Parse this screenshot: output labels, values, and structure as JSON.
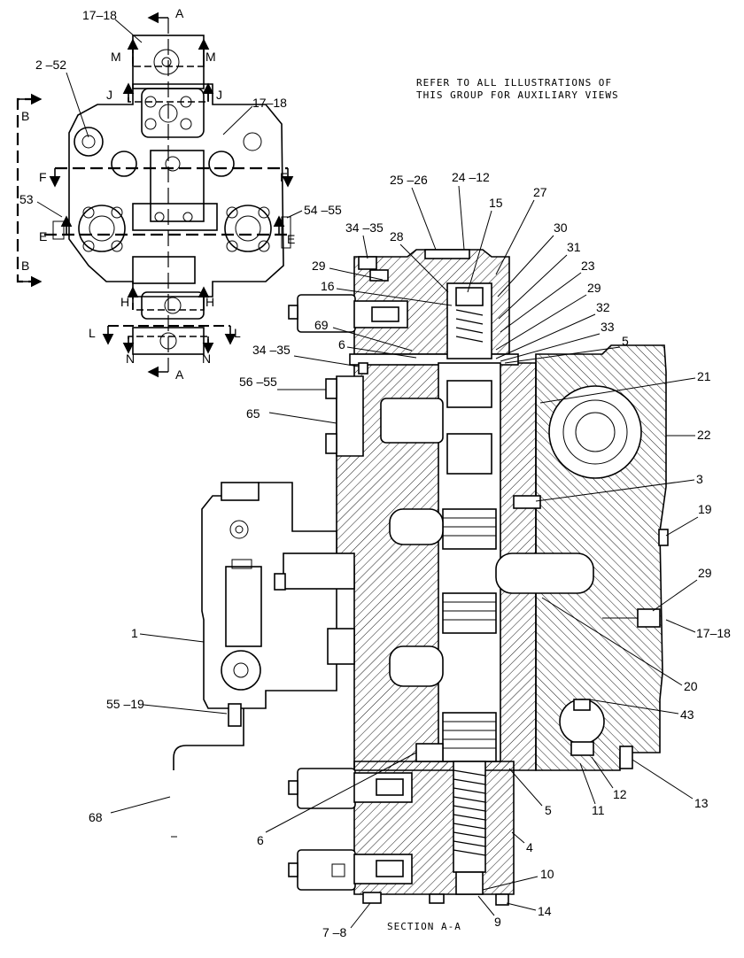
{
  "note": {
    "line1": "REFER TO ALL ILLUSTRATIONS OF",
    "line2": "THIS GROUP FOR AUXILIARY VIEWS"
  },
  "caption": "SECTION A-A",
  "inset": {
    "section_letters": {
      "a_top": "A",
      "a_bottom": "A",
      "b_top": "B",
      "b_bottom": "B",
      "e_left": "E",
      "e_right": "E",
      "f_left": "F",
      "f_right": "F",
      "h_left": "H",
      "h_right": "H",
      "j_left": "J",
      "j_right": "J",
      "l_left": "L",
      "l_right": "L",
      "m_left": "M",
      "m_right": "M",
      "n_left": "N",
      "n_right": "N"
    },
    "callouts": {
      "c1718_top": "17–18",
      "c252": "2 –52",
      "c1718_mid": "17–18",
      "c53": "53",
      "c5455": "54 –55"
    }
  },
  "callouts": {
    "c2526": "25 –26",
    "c2412": "24 –12",
    "c15": "15",
    "c27": "27",
    "c3435_top": "34 –35",
    "c28": "28",
    "c30": "30",
    "c31": "31",
    "c29_a": "29",
    "c23": "23",
    "c16": "16",
    "c29_b": "29",
    "c32": "32",
    "c69": "69",
    "c33": "33",
    "c6_top": "6",
    "c5_top": "5",
    "c3435_mid": "34 –35",
    "c21": "21",
    "c5655": "56 –55",
    "c65": "65",
    "c22": "22",
    "c3": "3",
    "c19": "19",
    "c29_c": "29",
    "c1": "1",
    "c1718": "17–18",
    "c20": "20",
    "c43": "43",
    "c5519": "55 –19",
    "c12": "12",
    "c11": "11",
    "c13": "13",
    "c5_low": "5",
    "c68": "68",
    "c6_low": "6",
    "c4": "4",
    "c10": "10",
    "c14": "14",
    "c78": "7 –8",
    "c9": "9"
  }
}
